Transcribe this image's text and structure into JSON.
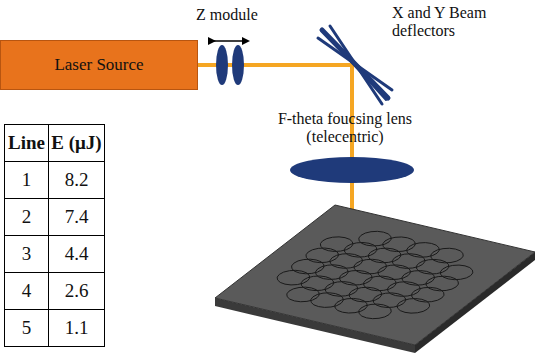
{
  "diagram": {
    "nodes": [
      {
        "text": [
          "Laser Source"
        ]
      }
    ],
    "labels": [
      "Z module",
      "X and Y Beam deflectors",
      "F-theta foucsing lens (telecentric)",
      "Line",
      "E (μJ)",
      "1",
      "8.2",
      "2",
      "7.4",
      "3",
      "4.4",
      "4",
      "2.6",
      "5",
      "1.1"
    ]
  }
}
